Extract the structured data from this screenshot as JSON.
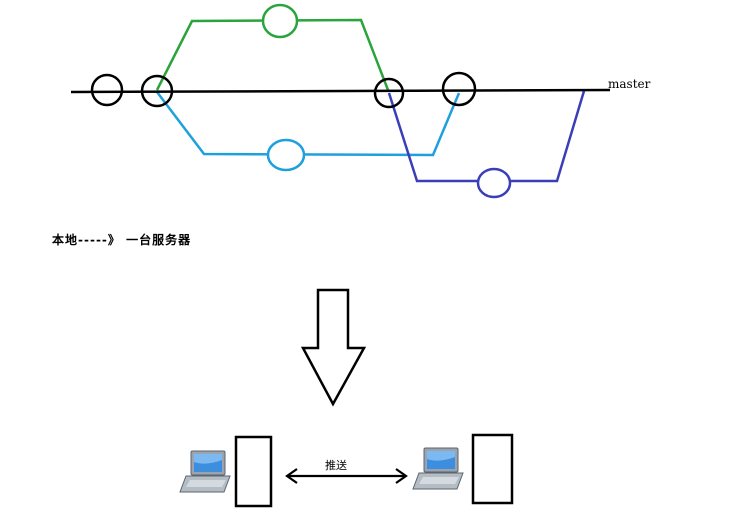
{
  "branch": {
    "main_label": "master"
  },
  "caption": {
    "text": "本地-----》 一台服务器"
  },
  "transfer": {
    "push_label": "推送"
  },
  "colors": {
    "main_line": "#000000",
    "branch_green": "#2aa43c",
    "branch_cyan": "#1ea0dc",
    "branch_navy": "#3a3fb8",
    "laptop_screen": "#3e8ee0"
  },
  "icons": [
    "commit-node",
    "down-arrow-icon",
    "laptop-icon",
    "server-icon",
    "double-arrow-icon"
  ]
}
